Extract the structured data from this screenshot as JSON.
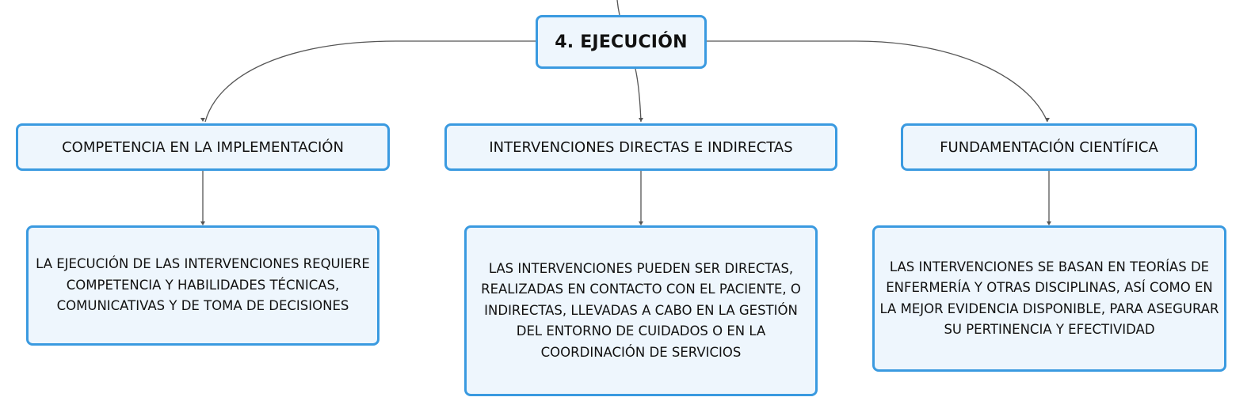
{
  "root": {
    "label": "4. EJECUCIÓN"
  },
  "branches": [
    {
      "title": "COMPETENCIA EN LA IMPLEMENTACIÓN",
      "detail": "LA EJECUCIÓN DE LAS INTERVENCIONES REQUIERE COMPETENCIA Y HABILIDADES TÉCNICAS, COMUNICATIVAS Y DE TOMA DE DECISIONES"
    },
    {
      "title": "INTERVENCIONES DIRECTAS E INDIRECTAS",
      "detail": "LAS INTERVENCIONES PUEDEN SER DIRECTAS, REALIZADAS EN CONTACTO CON EL PACIENTE, O INDIRECTAS, LLEVADAS A CABO EN LA GESTIÓN DEL ENTORNO DE CUIDADOS O EN LA COORDINACIÓN DE SERVICIOS"
    },
    {
      "title": "FUNDAMENTACIÓN CIENTÍFICA",
      "detail": "LAS INTERVENCIONES SE BASAN EN TEORÍAS DE ENFERMERÍA Y OTRAS DISCIPLINAS, ASÍ COMO EN LA MEJOR EVIDENCIA DISPONIBLE, PARA ASEGURAR SU PERTINENCIA Y EFECTIVIDAD"
    }
  ],
  "colors": {
    "node_border": "#3a9ae0",
    "node_fill": "#eef6fd",
    "connector": "#555555"
  }
}
